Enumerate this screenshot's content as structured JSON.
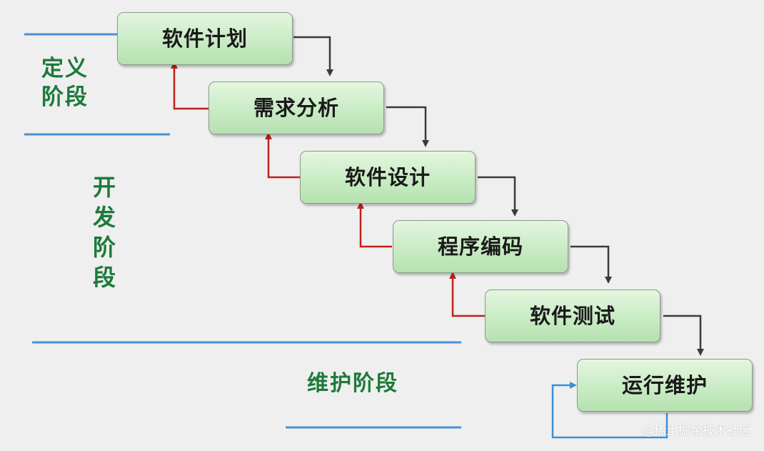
{
  "stages": [
    {
      "label": "软件计划"
    },
    {
      "label": "需求分析"
    },
    {
      "label": "软件设计"
    },
    {
      "label": "程序编码"
    },
    {
      "label": "软件测试"
    },
    {
      "label": "运行维护"
    }
  ],
  "phases": {
    "definition": "定义阶段",
    "development": "开发阶段",
    "maintenance": "维护阶段"
  },
  "watermark": "@稀土掘金技术社区",
  "colors": {
    "box_fill": "#c9ebc4",
    "phase_text": "#1d7a3a",
    "forward_arrow": "#3a3a3a",
    "feedback_arrow": "#c0201c",
    "maintenance_loop": "#3d8fd6",
    "divider": "#4a90d4",
    "underline": "#c0201c"
  }
}
